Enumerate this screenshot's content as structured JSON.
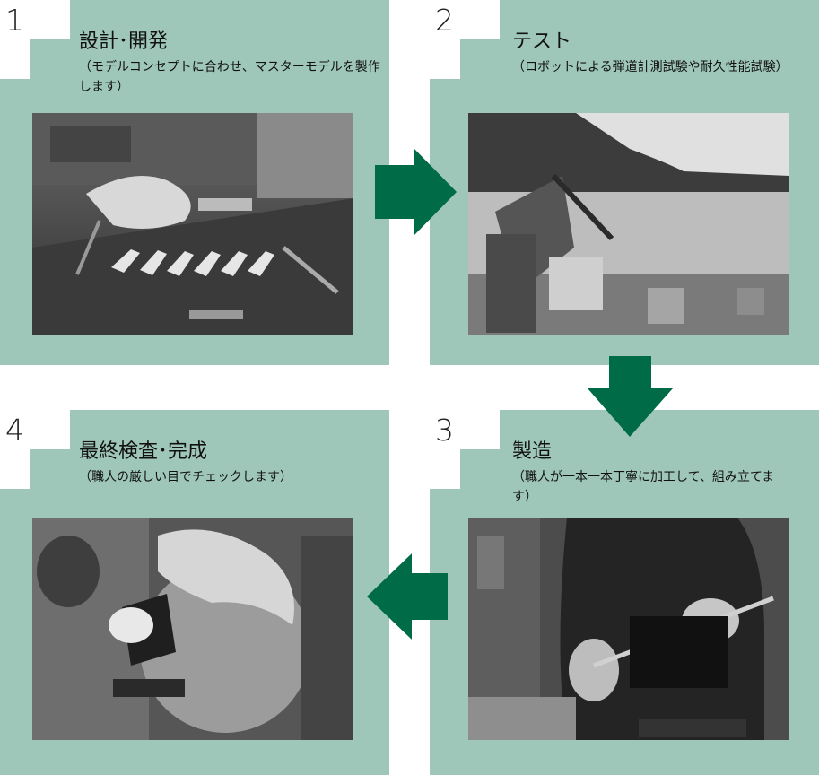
{
  "colors": {
    "panel_bg": "#9ec7b9",
    "arrow": "#006b47",
    "text": "#111111"
  },
  "steps": [
    {
      "number": "1",
      "title": "設計･開発",
      "description": "（モデルコンセプトに合わせ、マスターモデルを製作します）",
      "photo_icon": "workbench-clubhead-models-photo"
    },
    {
      "number": "2",
      "title": "テスト",
      "description": "（ロボットによる弾道計測試験や耐久性能試験）",
      "photo_icon": "swing-robot-testing-range-photo"
    },
    {
      "number": "3",
      "title": "製造",
      "description": "（職人が一本一本丁寧に加工して、組み立てます）",
      "photo_icon": "craftsman-assembling-club-photo"
    },
    {
      "number": "4",
      "title": "最終検査･完成",
      "description": "（職人の厳しい目でチェックします）",
      "photo_icon": "inspector-checking-clubhead-photo"
    }
  ],
  "arrows": [
    {
      "from": "1",
      "to": "2",
      "direction": "right"
    },
    {
      "from": "2",
      "to": "3",
      "direction": "down"
    },
    {
      "from": "3",
      "to": "4",
      "direction": "left"
    }
  ]
}
